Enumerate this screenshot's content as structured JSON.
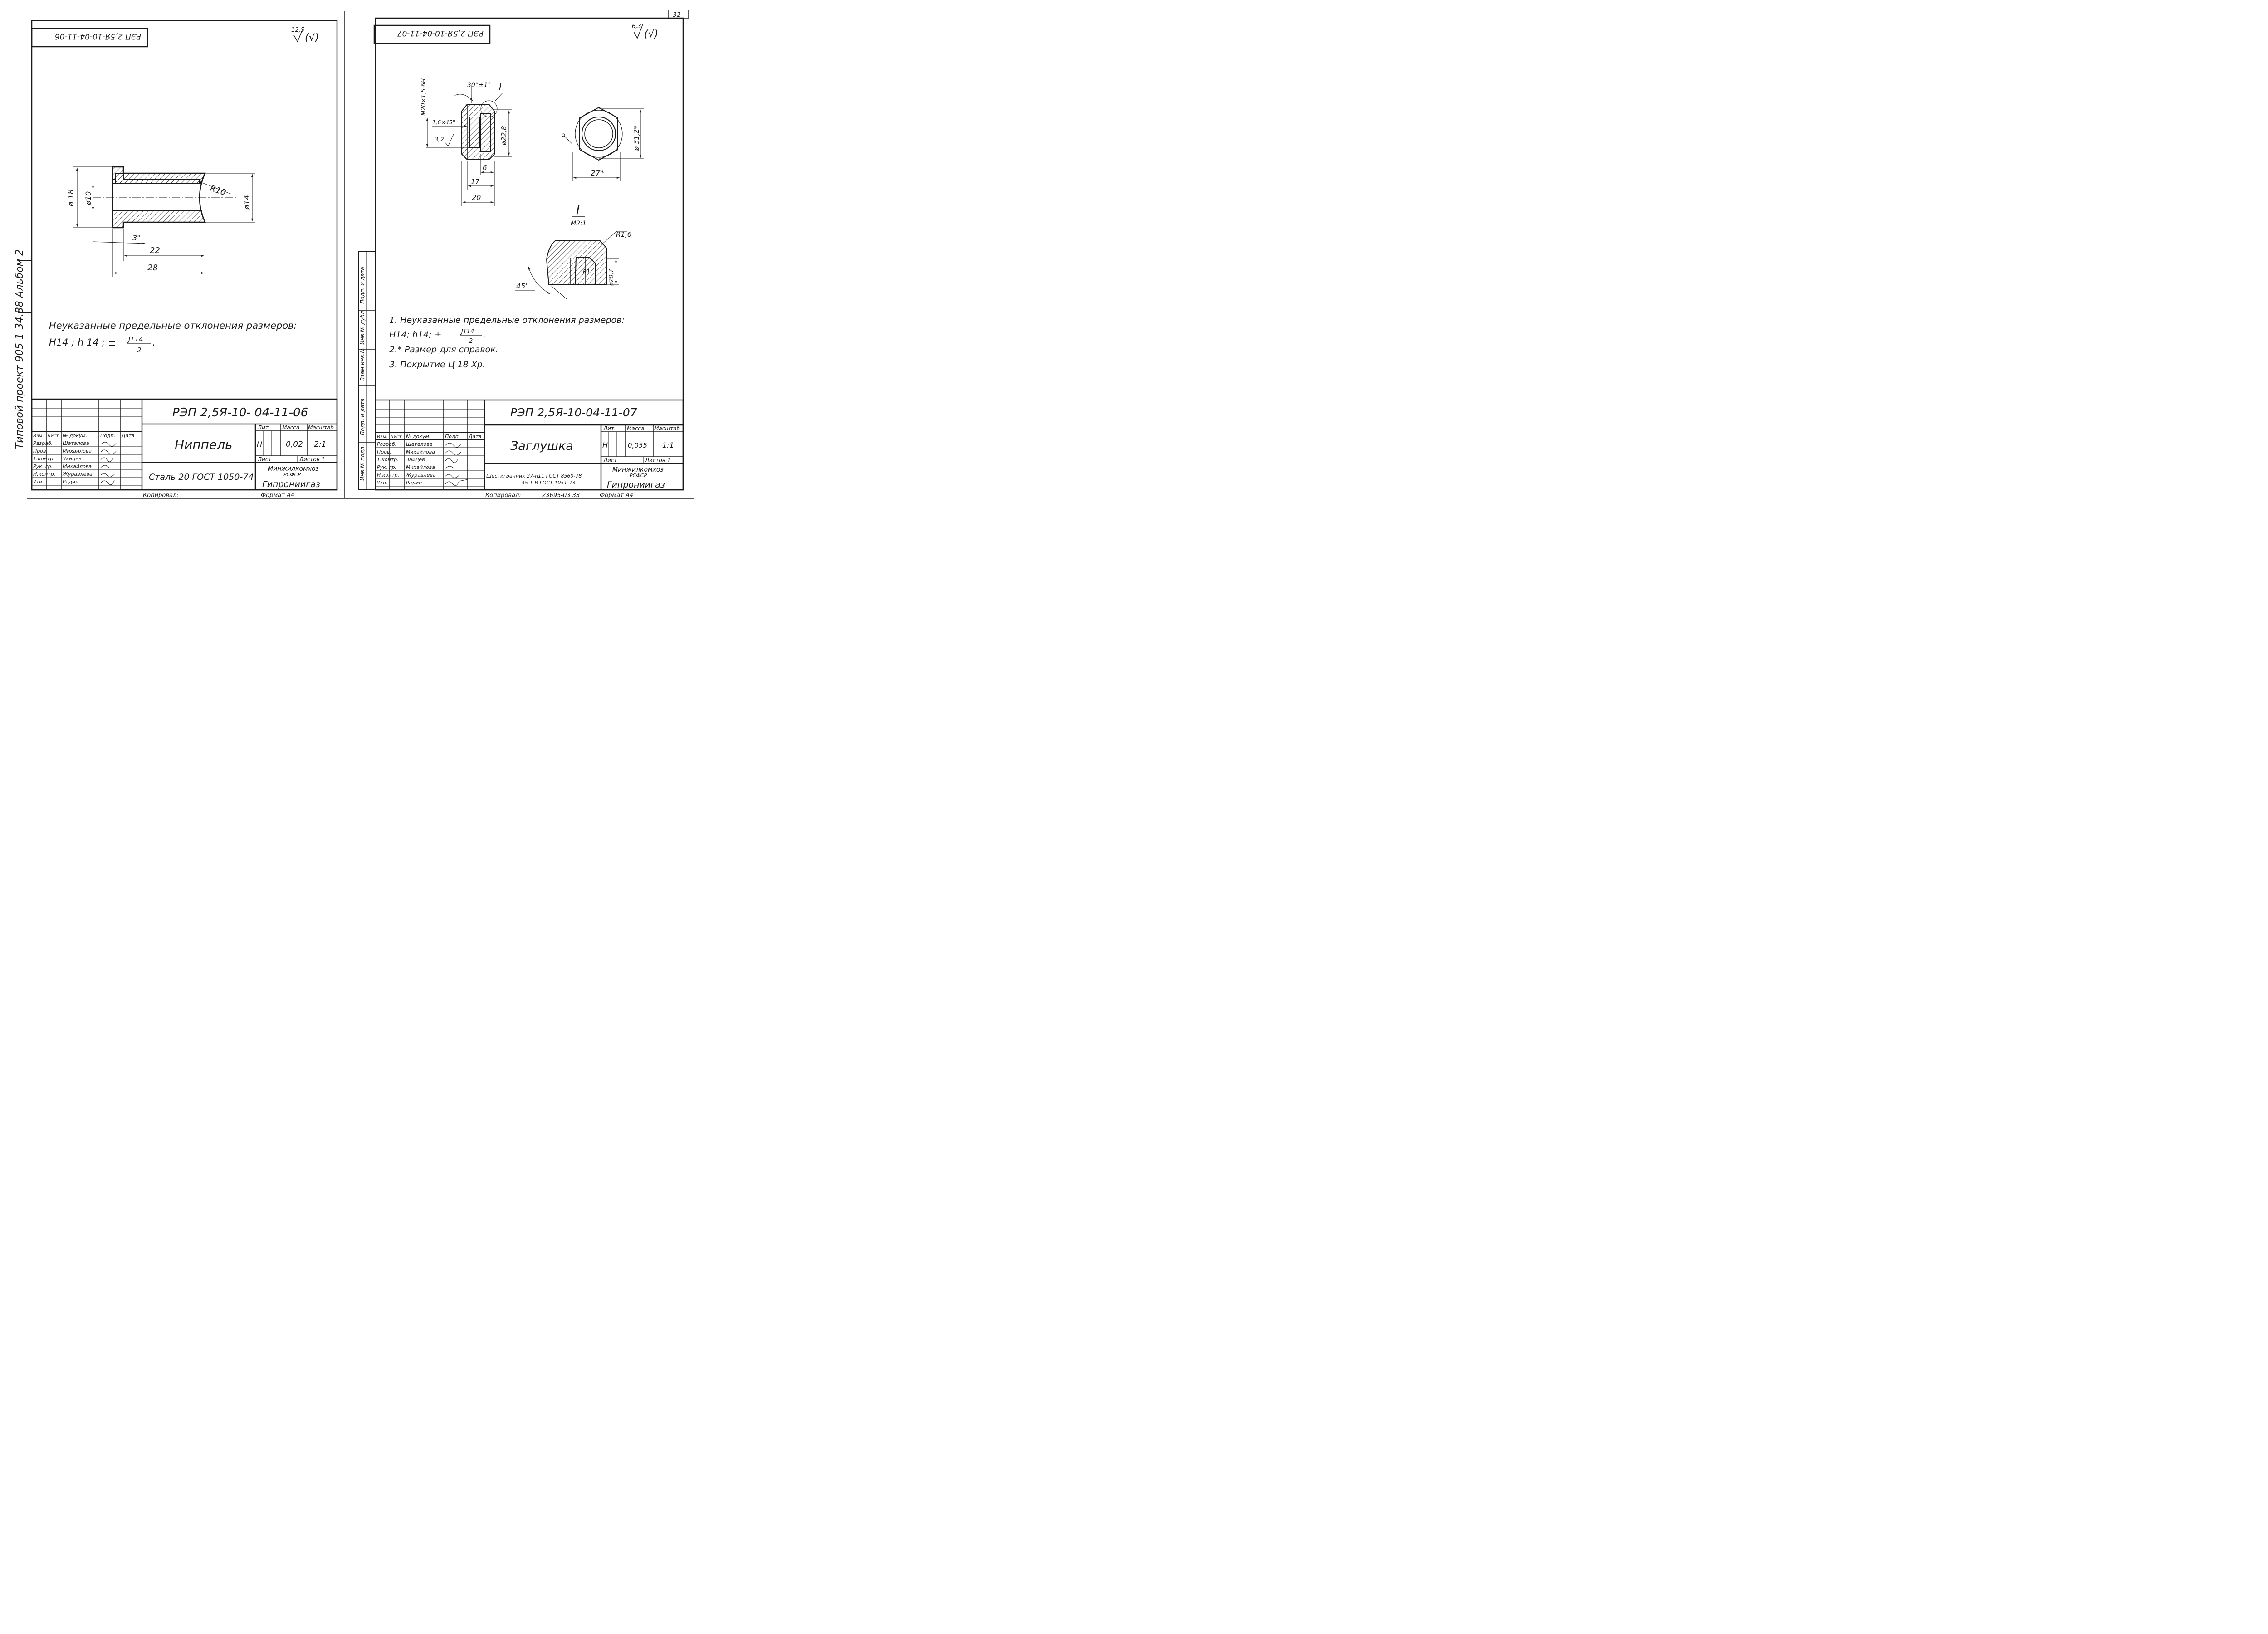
{
  "sheet_number": "32",
  "left_margin_text": "Типовой проект 905-1-34.88 Альбом 2",
  "side_stamp_labels": [
    "Инв.№ подл.",
    "Подп. и дата",
    "Взам.инв.№",
    "Инв.№ дубл.",
    "Подп. и дата"
  ],
  "left_sheet": {
    "top_code": "РЭП 2,5Я-10-04-11-06",
    "roughness": "12,5",
    "roughness_sym": "(√)",
    "dims": {
      "d18": "ø 18",
      "d10": "ø10",
      "r10": "R10",
      "d14": "ø14",
      "a3": "3°",
      "l22": "22",
      "l28": "28"
    },
    "notes": [
      "Неуказанные предельные отклонения размеров:",
      "H14 ;  h 14 ;  ±",
      "JT14",
      "2",
      "."
    ],
    "title_block": {
      "code": "РЭП 2,5Я-10- 04-11-06",
      "header_cols": [
        "Изм.",
        "Лист",
        "№ докум.",
        "Подп.",
        "Дата"
      ],
      "roles": [
        "Разраб.",
        "Пров.",
        "Т.контр.",
        "Рук. гр.",
        "Н.контр.",
        "Утв."
      ],
      "names": [
        "Шаталова",
        "Михайлова",
        "Зайцев",
        "Михайлова",
        "Журавлева",
        "Радин"
      ],
      "name": "Ниппель",
      "lit_label": "Лит.",
      "mass_label": "Масса",
      "scale_label": "Масштаб",
      "lit": "Н",
      "mass": "0,02",
      "scale": "2:1",
      "sheet_label": "Лист",
      "sheets_label": "Листов 1",
      "material": "Сталь 20 ГОСТ 1050-74",
      "org1": "Минжилкомхоз",
      "org2": "РСФСР",
      "org3": "Гипрониигаз"
    },
    "footer": {
      "copied": "Копировал:",
      "format": "Формат  А4"
    }
  },
  "right_sheet": {
    "top_code": "РЭП 2,5Я-10-04-11-07",
    "roughness": "6,3",
    "roughness_sym": "(√)",
    "dims": {
      "thread": "M20×1,5-6H",
      "angle30": "30°±1°",
      "view_I": "I",
      "chamfer": "1,6×45°",
      "rough32": "3,2",
      "d228": "ø22,8",
      "l6": "6",
      "l17": "17",
      "l20": "20",
      "d312": "ø 31,2*",
      "s27": "27*",
      "detail_I": "I",
      "detail_scale": "М2:1",
      "r16": "R1,6",
      "r1": "R1",
      "d207": "ø20,7",
      "a45": "45°"
    },
    "notes": [
      "1. Неуказанные предельные отклонения размеров:",
      "H14;  h14;  ±",
      "JT14",
      "2",
      ".",
      "2.* Размер   для   справок.",
      "3. Покрытие   Ц 18 Хр."
    ],
    "title_block": {
      "code": "РЭП 2,5Я-10-04-11-07",
      "header_cols": [
        "Изм.",
        "Лист",
        "№ докум.",
        "Подп.",
        "Дата"
      ],
      "roles": [
        "Разраб.",
        "Пров.",
        "Т.контр.",
        "Рук. гр.",
        "Н.контр.",
        "Утв."
      ],
      "names": [
        "Шаталова",
        "Михайлова",
        "Зайцев",
        "Михайлова",
        "Журавлева",
        "Радин"
      ],
      "name": "Заглушка",
      "lit_label": "Лит.",
      "mass_label": "Масса",
      "scale_label": "Масштаб",
      "lit": "Н",
      "mass": "0,055",
      "scale": "1:1",
      "sheet_label": "Лист",
      "sheets_label": "Листов 1",
      "material1": "Шестигранник 27-h11 ГОСТ 8560-78",
      "material2": "45-Т-В ГОСТ 1051-73",
      "org1": "Минжилкомхоз",
      "org2": "РСФСР",
      "org3": "Гипрониигаз"
    },
    "footer": {
      "copied": "Копировал:",
      "order": "23695-03  33",
      "format": "Формат  А4"
    }
  }
}
